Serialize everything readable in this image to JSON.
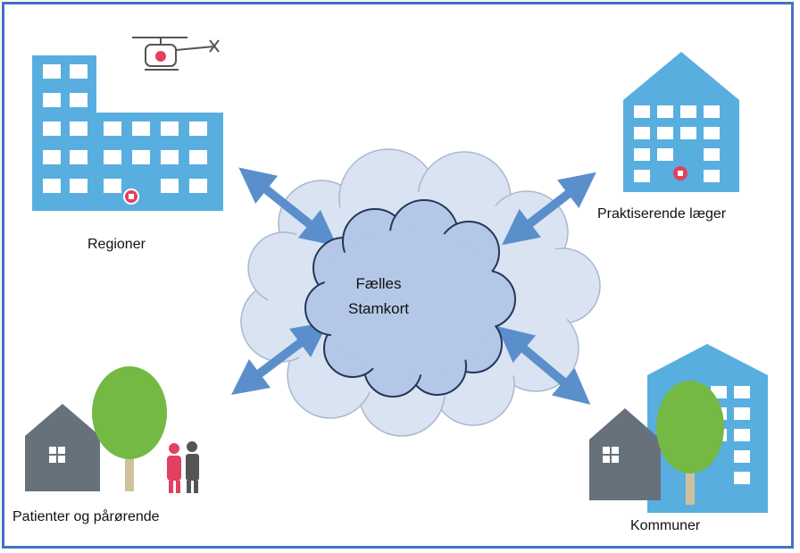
{
  "diagram": {
    "center": {
      "line1": "Fælles",
      "line2": "Stamkort"
    },
    "nodes": {
      "regioner": "Regioner",
      "praktiserende": "Praktiserende læger",
      "patienter": "Patienter og pårørende",
      "kommuner": "Kommuner"
    }
  },
  "colors": {
    "frame": "#4472c4",
    "building": "#59aee0",
    "arrow": "#5b8fcb",
    "cloud_outer": "#d9e3f1",
    "cloud_inner": "#b4c7e7",
    "house": "#67717b",
    "tree": "#73b944",
    "trunk": "#cfc19c",
    "red_cross": "#e3405f"
  },
  "icons": [
    "hospital-building-icon",
    "helicopter-icon",
    "clinic-building-icon",
    "house-icon",
    "tree-icon",
    "elderly-couple-icon",
    "municipal-building-icon",
    "bidirectional-arrow-icon",
    "cloud-icon"
  ]
}
